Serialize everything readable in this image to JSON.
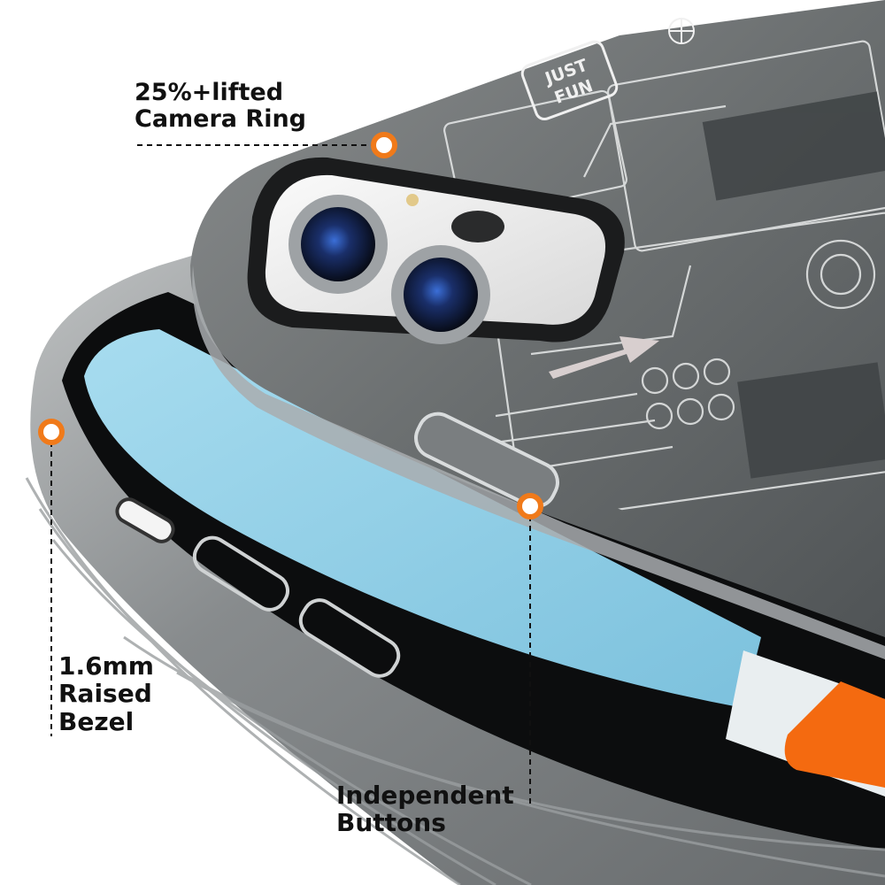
{
  "callouts": {
    "camera_ring": {
      "line1": "25%+lifted",
      "line2": "Camera Ring"
    },
    "raised_bezel": {
      "line1": "1.6mm",
      "line2": "Raised",
      "line3": "Bezel"
    },
    "buttons": {
      "line1": "Independent",
      "line2": "Buttons"
    }
  },
  "case_print": {
    "badge_line1": "JUST",
    "badge_line2": "FUN"
  },
  "colors": {
    "marker_orange": "#f07a1a",
    "case_smoke": "#5e6264",
    "circuit_line": "#e8eaea",
    "screen_blue": "#8fcde6",
    "wallpaper_orange": "#f46a10"
  }
}
